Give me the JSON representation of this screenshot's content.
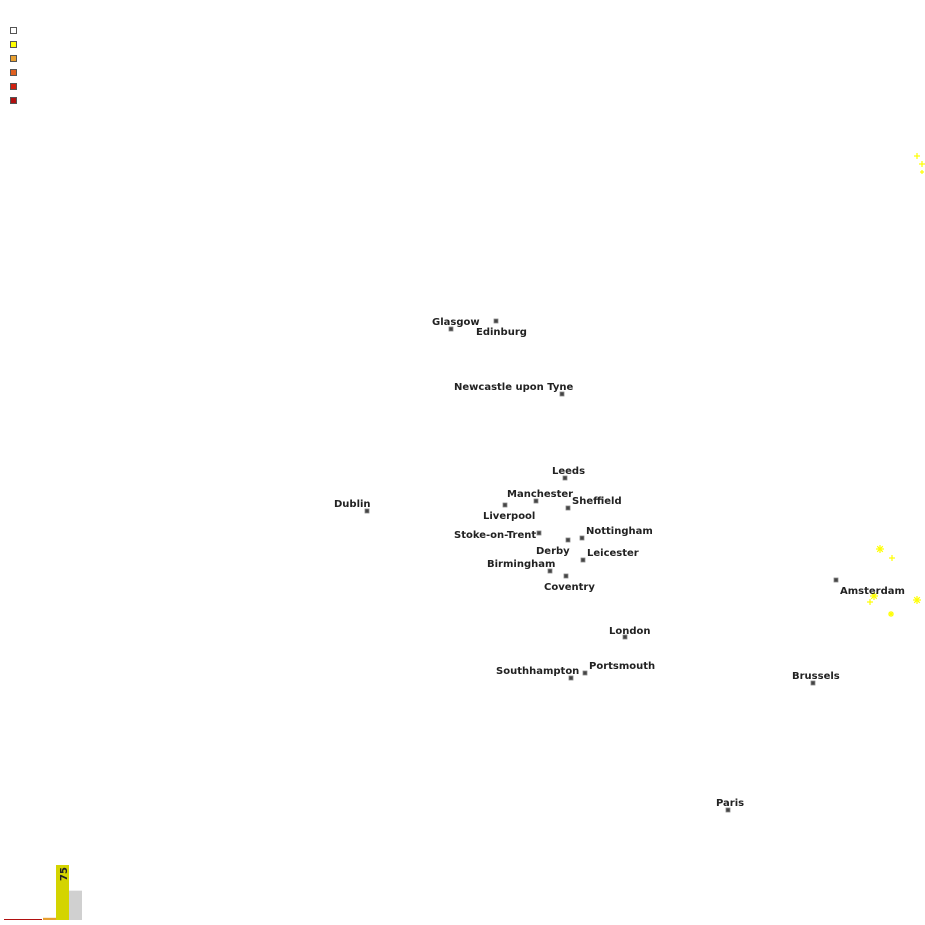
{
  "legend": {
    "swatches": [
      {
        "color": "#ffffff"
      },
      {
        "color": "#ffff00"
      },
      {
        "color": "#e8a030"
      },
      {
        "color": "#e06020"
      },
      {
        "color": "#d02010"
      },
      {
        "color": "#b01010"
      }
    ]
  },
  "cities": [
    {
      "name": "Glasgow"
    },
    {
      "name": "Edinburg"
    },
    {
      "name": "Newcastle upon Tyne"
    },
    {
      "name": "Leeds"
    },
    {
      "name": "Manchester"
    },
    {
      "name": "Sheffield"
    },
    {
      "name": "Liverpool"
    },
    {
      "name": "Dublin"
    },
    {
      "name": "Stoke-on-Trent"
    },
    {
      "name": "Nottingham"
    },
    {
      "name": "Derby"
    },
    {
      "name": "Leicester"
    },
    {
      "name": "Birmingham"
    },
    {
      "name": "Coventry"
    },
    {
      "name": "London"
    },
    {
      "name": "Southhampton"
    },
    {
      "name": "Portsmouth"
    },
    {
      "name": "Amsterdam"
    },
    {
      "name": "Brussels"
    },
    {
      "name": "Paris"
    }
  ],
  "histogram": {
    "peak_label": "75",
    "bar_colors": [
      "#b01010",
      "#e8a030",
      "#d4d400",
      "#d0d0d0"
    ],
    "bar_values": [
      1,
      3,
      75,
      40
    ]
  },
  "marker_color": "#ffff00"
}
